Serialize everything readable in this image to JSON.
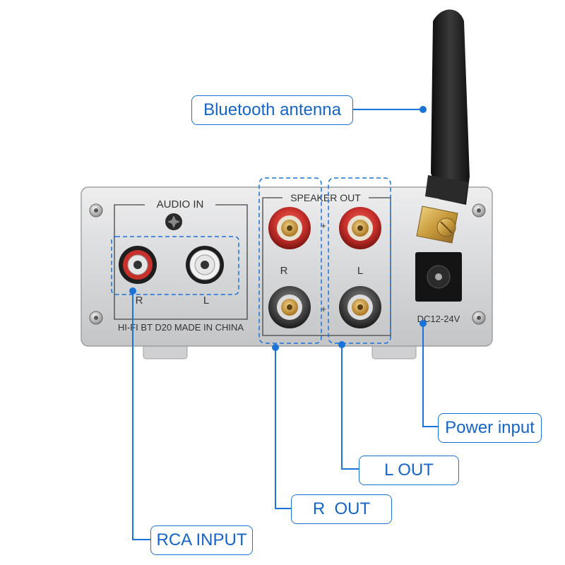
{
  "device": {
    "panel_labels": {
      "audio_in": "AUDIO IN",
      "speaker_out": "SPEAKER OUT",
      "rca_r": "R",
      "rca_l": "L",
      "spk_r": "R",
      "spk_l": "L",
      "plus": "+",
      "model": "HI-FI BT D20 MADE IN CHINA",
      "dc": "DC12-24V"
    }
  },
  "callouts": {
    "bluetooth_antenna": "Bluetooth antenna",
    "power_input": "Power input",
    "l_out": "L OUT",
    "r_out": "R  OUT",
    "rca_input": "RCA INPUT"
  },
  "colors": {
    "accent": "#1a73d9",
    "chassis": "#d9dadc",
    "antenna": "#1c1c1c",
    "gold": "#c9a44a",
    "red_terminal": "#c8302c"
  }
}
